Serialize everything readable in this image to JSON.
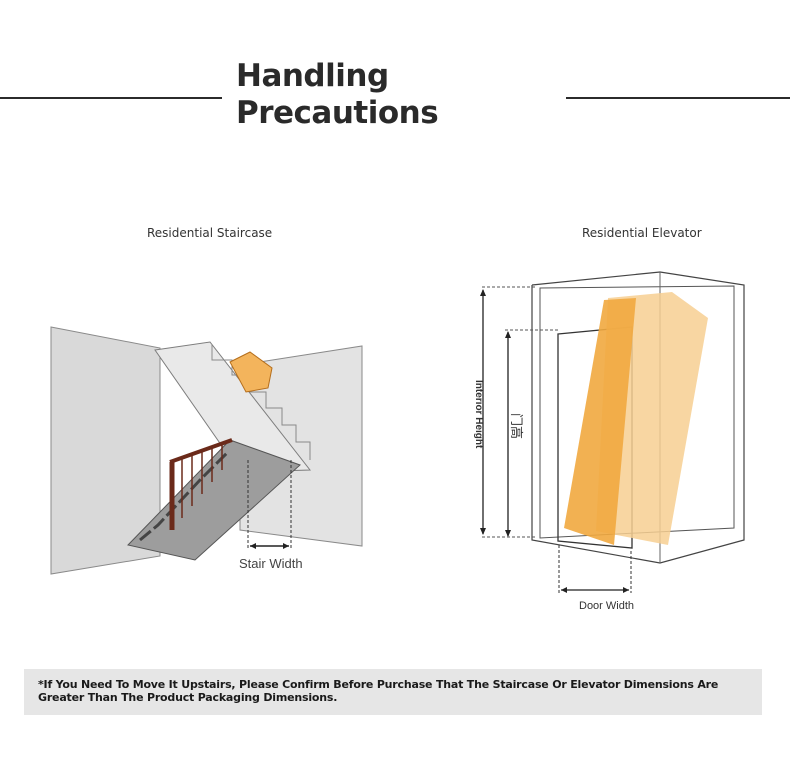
{
  "header": {
    "title_line1": "Handling",
    "title_line2": "Precautions"
  },
  "staircase": {
    "caption": "Residential Staircase",
    "dimension_label": "Stair Width"
  },
  "elevator": {
    "caption": "Residential Elevator",
    "width_label": "Door Width",
    "height_label": "Interior Height",
    "door_height_label": "门高"
  },
  "notice": {
    "text": "*If You Need To Move It Upstairs, Please Confirm Before Purchase That The Staircase Or Elevator Dimensions Are Greater Than The Product Packaging Dimensions."
  },
  "colors": {
    "package_orange": "#f1a93f",
    "package_light": "#f7cf92",
    "wall_gray": "#d6d6d6",
    "rail_brown": "#6b2a1a"
  }
}
